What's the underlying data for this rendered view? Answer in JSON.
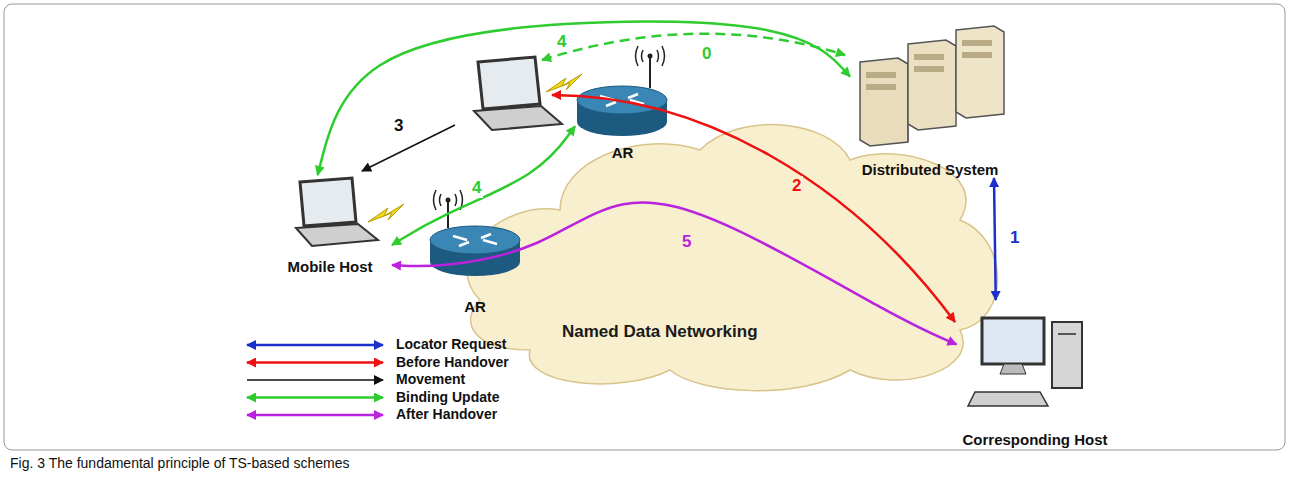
{
  "diagram": {
    "caption": "Fig. 3 The fundamental principle of TS-based schemes",
    "nodes": [
      {
        "text": [
          "Mobile Host"
        ]
      },
      {
        "text": [
          "AR"
        ]
      },
      {
        "text": [
          "AR"
        ]
      },
      {
        "text": [
          "Distributed System"
        ]
      },
      {
        "text": [
          "Corresponding Host"
        ]
      }
    ],
    "edges": [
      {
        "from": 0,
        "to": 3,
        "label": "4",
        "arrow": "both"
      },
      {
        "from": 0,
        "to": 1,
        "label": "4",
        "arrow": "both"
      },
      {
        "from": 0,
        "to": 4,
        "label": "5",
        "arrow": "both"
      },
      {
        "from": 3,
        "to": 4,
        "label": "1",
        "arrow": "both"
      }
    ],
    "labels": [
      "0",
      "2",
      "3",
      "Named Data Networking"
    ],
    "legend": [
      {
        "text": "Locator Request"
      },
      {
        "text": "Before Handover"
      },
      {
        "text": "Movement"
      },
      {
        "text": "Binding Update"
      },
      {
        "text": "After Handover"
      }
    ]
  }
}
